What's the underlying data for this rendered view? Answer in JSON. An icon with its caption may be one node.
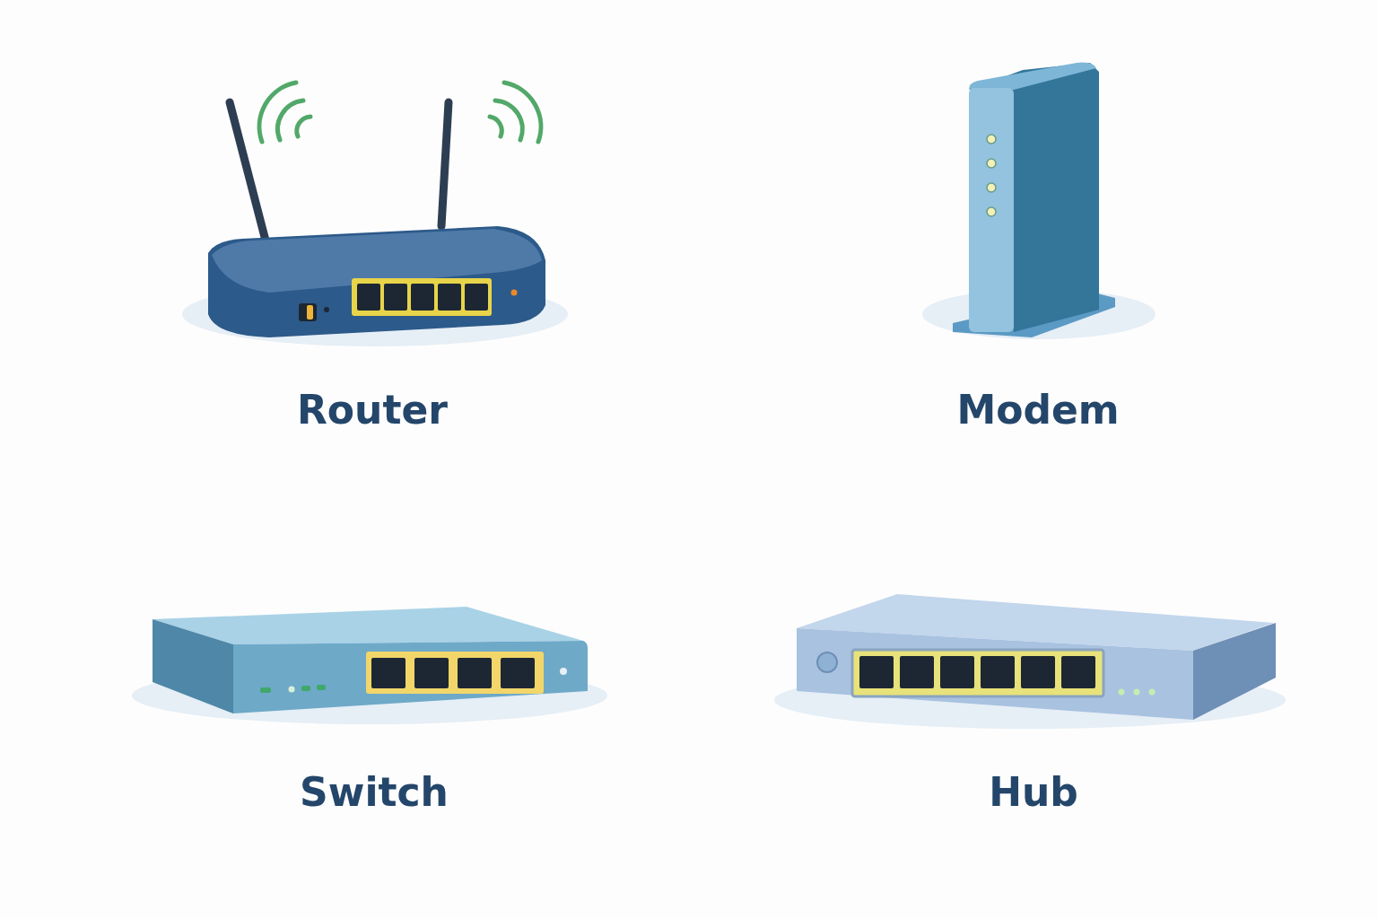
{
  "diagram": {
    "labels": [
      "Router",
      "Modem",
      "Switch",
      "Hub"
    ]
  }
}
